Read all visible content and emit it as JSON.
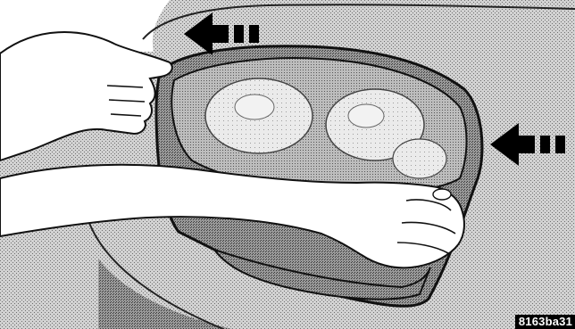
{
  "figure": {
    "code_label": "8163ba31",
    "arrows": [
      {
        "name": "upper-left-arrow",
        "direction": "left"
      },
      {
        "name": "right-side-arrow",
        "direction": "left"
      }
    ],
    "icons": [
      "arrow-left-icon"
    ]
  }
}
